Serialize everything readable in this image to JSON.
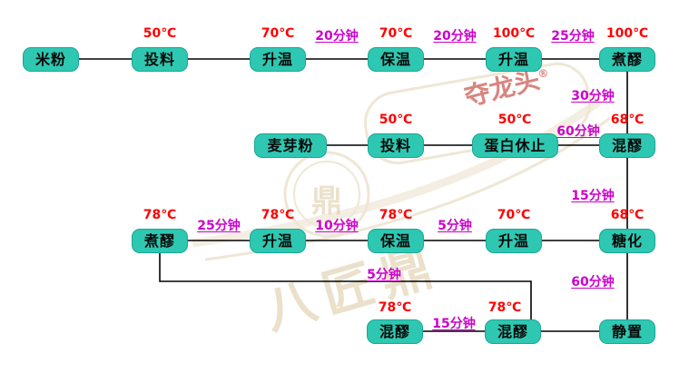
{
  "colors": {
    "node_fill": "#2EC8B2",
    "node_border": "#1CA595",
    "temp_text": "#FF0000",
    "time_text": "#CC00CC",
    "line": "#000000",
    "watermark_gold": "#D9C499",
    "watermark_red": "#C4453A"
  },
  "rows": {
    "row1": {
      "nodes": [
        {
          "label": "米粉",
          "temp": null
        },
        {
          "label": "投料",
          "temp": "50℃"
        },
        {
          "label": "升温",
          "temp": "70℃"
        },
        {
          "label": "保温",
          "temp": "70℃"
        },
        {
          "label": "升温",
          "temp": "100℃"
        },
        {
          "label": "煮醪",
          "temp": "100℃"
        }
      ],
      "edge_times": [
        "20分钟",
        "20分钟",
        "25分钟"
      ]
    },
    "row2": {
      "nodes": [
        {
          "label": "麦芽粉",
          "temp": null
        },
        {
          "label": "投料",
          "temp": "50℃"
        },
        {
          "label": "蛋白休止",
          "temp": "50℃"
        },
        {
          "label": "混醪",
          "temp": "68℃"
        }
      ],
      "edge_times": [
        "60分钟"
      ]
    },
    "row3": {
      "nodes": [
        {
          "label": "煮醪",
          "temp": "78℃"
        },
        {
          "label": "升温",
          "temp": "78℃"
        },
        {
          "label": "保温",
          "temp": "78℃"
        },
        {
          "label": "升温",
          "temp": "70℃"
        },
        {
          "label": "糖化",
          "temp": "68℃"
        }
      ],
      "edge_times": [
        "25分钟",
        "10分钟",
        "5分钟"
      ]
    },
    "row4": {
      "nodes": [
        {
          "label": "混醪",
          "temp": "78℃"
        },
        {
          "label": "混醪",
          "temp": "78℃"
        },
        {
          "label": "静置",
          "temp": null
        }
      ],
      "edge_times": [
        "15分钟"
      ]
    }
  },
  "links": {
    "boil1_to_mix2_time": "30分钟",
    "mix2_to_saccharify_time": "15分钟",
    "saccharify_to_rest_time": "60分钟",
    "boil3_to_mix4_time": "5分钟"
  },
  "watermark": {
    "brand_text": "八匠鼎",
    "slogan_text": "夺龙头",
    "registered_mark": "®",
    "seal_char": "鼎"
  }
}
